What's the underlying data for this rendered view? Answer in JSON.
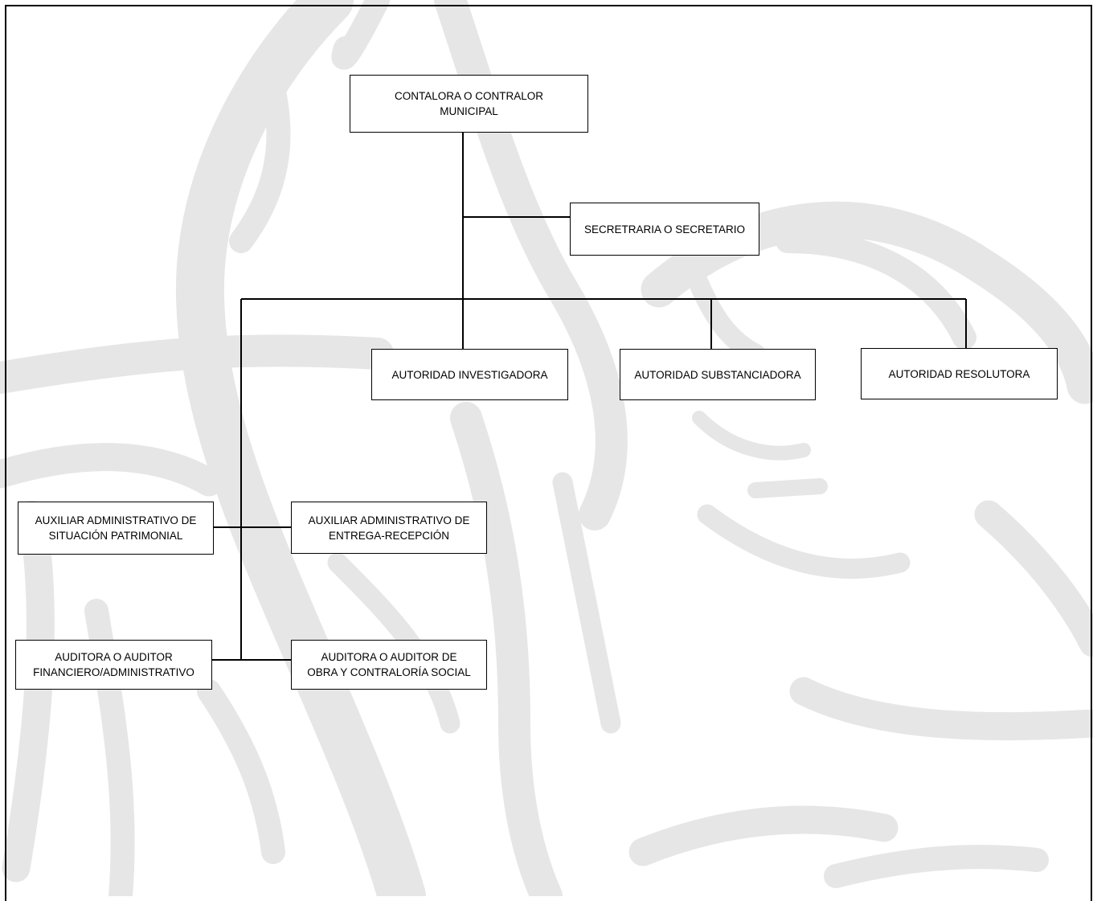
{
  "org_chart": {
    "nodes": {
      "contralor": "CONTALORA O CONTRALOR\nMUNICIPAL",
      "secretaria": "SECRETRARIA O SECRETARIO",
      "investigadora": "AUTORIDAD INVESTIGADORA",
      "substanciadora": "AUTORIDAD SUBSTANCIADORA",
      "resolutora": "AUTORIDAD RESOLUTORA",
      "aux_situacion": "AUXILIAR ADMINISTRATIVO DE\nSITUACIÓN PATRIMONIAL",
      "aux_entrega": "AUXILIAR ADMINISTRATIVO DE\nENTREGA-RECEPCIÓN",
      "auditor_financiero": "AUDITORA O AUDITOR\nFINANCIERO/ADMINISTRATIVO",
      "auditor_obra": "AUDITORA O AUDITOR DE\nOBRA Y CONTRALORÍA SOCIAL"
    }
  },
  "colors": {
    "watermark": "#e6e6e6",
    "line": "#000000",
    "box_border": "#000000"
  }
}
